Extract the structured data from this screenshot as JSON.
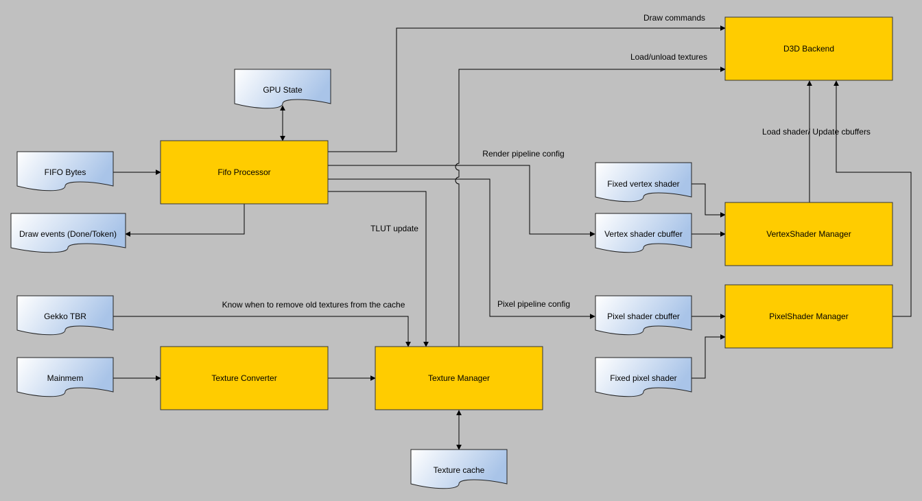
{
  "colors": {
    "background": "#c0c0c0",
    "process_fill": "#ffcc00",
    "document_fill_start": "#ffffff",
    "document_fill_end": "#a9c4e8"
  },
  "nodes": {
    "gpu_state": "GPU State",
    "fifo_bytes": "FIFO Bytes",
    "fifo_processor": "Fifo Processor",
    "draw_events": "Draw events (Done/Token)",
    "gekko_tbr": "Gekko TBR",
    "mainmem": "Mainmem",
    "texture_converter": "Texture Converter",
    "texture_manager": "Texture Manager",
    "texture_cache": "Texture cache",
    "d3d_backend": "D3D Backend",
    "fixed_vertex_shader": "Fixed vertex shader",
    "vertex_shader_cbuffer": "Vertex shader cbuffer",
    "vertexshader_manager": "VertexShader Manager",
    "pixel_shader_cbuffer": "Pixel shader cbuffer",
    "fixed_pixel_shader": "Fixed pixel shader",
    "pixelshader_manager": "PixelShader Manager"
  },
  "edge_labels": {
    "draw_commands": "Draw commands",
    "load_unload_textures": "Load/unload textures",
    "render_pipeline_config": "Render pipeline config",
    "load_shader_update_cbuffers": "Load shader/ Update cbuffers",
    "tlut_update": "TLUT update",
    "know_when_remove": "Know when to remove old textures from the cache",
    "pixel_pipeline_config": "Pixel pipeline config"
  }
}
